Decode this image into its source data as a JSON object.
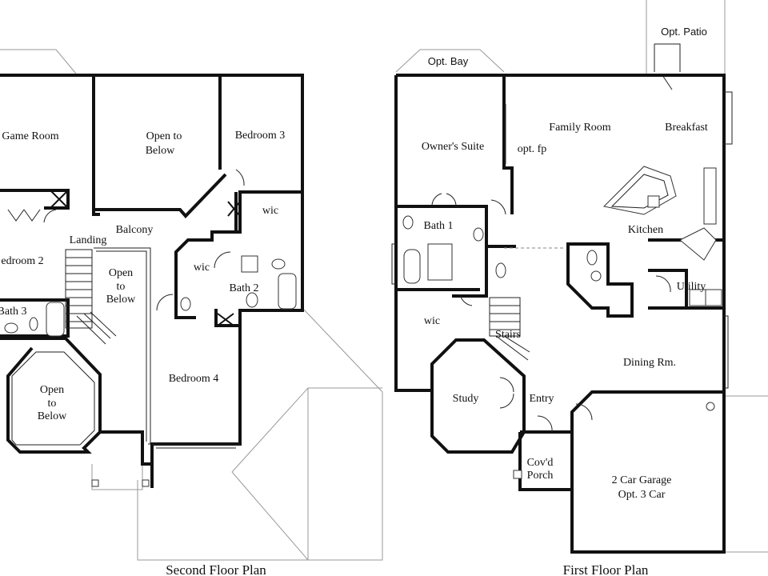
{
  "second_floor": {
    "caption": "Second Floor Plan",
    "rooms": {
      "game_room": "Game Room",
      "open_to_below_1_a": "Open to",
      "open_to_below_1_b": "Below",
      "bedroom_3": "Bedroom 3",
      "wic_1": "wic",
      "bedroom_2": "edroom 2",
      "landing": "Landing",
      "balcony": "Balcony",
      "wic_2": "wic",
      "bath_2": "Bath 2",
      "bath_3": "Bath 3",
      "open_to_below_2_a": "Open",
      "open_to_below_2_b": "to",
      "open_to_below_2_c": "Below",
      "open_to_below_3_a": "Open",
      "open_to_below_3_b": "to",
      "open_to_below_3_c": "Below",
      "bedroom_4": "Bedroom 4"
    }
  },
  "first_floor": {
    "caption": "First Floor Plan",
    "rooms": {
      "opt_bay": "Opt. Bay",
      "opt_patio": "Opt. Patio",
      "owners_suite": "Owner's Suite",
      "family_room": "Family Room",
      "opt_fp": "opt. fp",
      "breakfast": "Breakfast",
      "bath_1": "Bath 1",
      "kitchen": "Kitchen",
      "utility": "Utility",
      "wic": "wic",
      "stairs": "Stairs",
      "dining": "Dining Rm.",
      "study": "Study",
      "entry": "Entry",
      "covd_a": "Cov'd",
      "covd_b": "Porch",
      "garage_a": "2 Car Garage",
      "garage_b": "Opt. 3 Car"
    }
  }
}
